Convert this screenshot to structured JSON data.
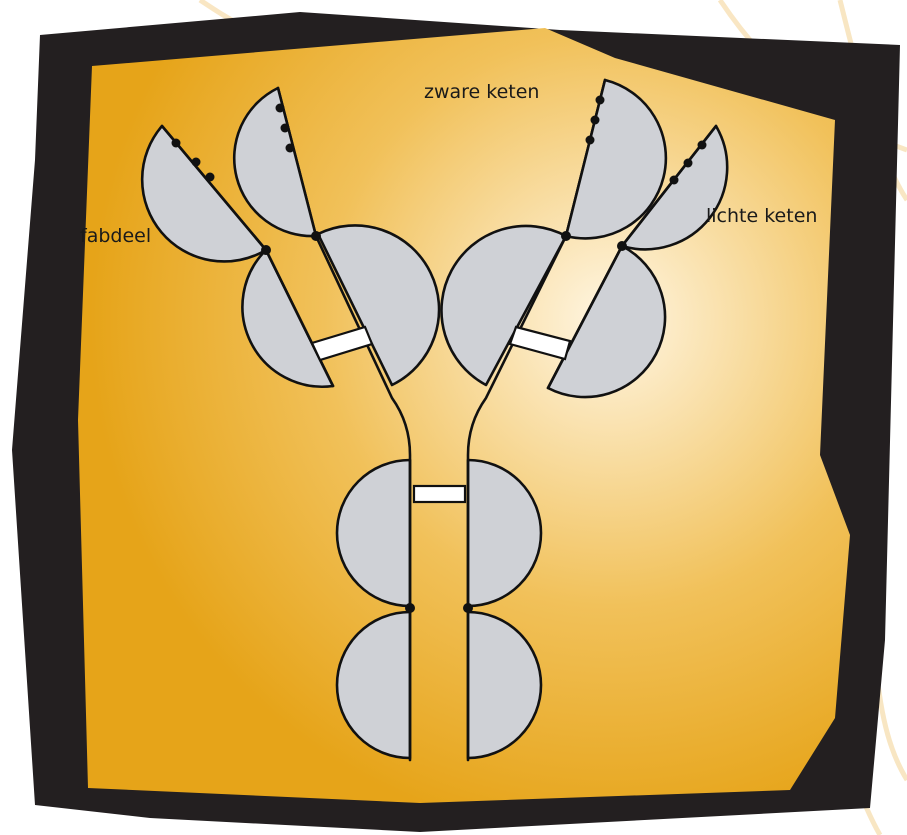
{
  "diagram": {
    "colors": {
      "background_outer": "#ffffff",
      "frame": "#231f20",
      "panel_edge": "#e6a419",
      "panel_center": "#fff6e3",
      "domain_fill": "#cfd1d6",
      "outline": "#111111",
      "bond_fill": "#ffffff"
    },
    "labels": {
      "fab": "fabdeel",
      "heavy": "zware keten",
      "light": "lichte keten"
    }
  }
}
